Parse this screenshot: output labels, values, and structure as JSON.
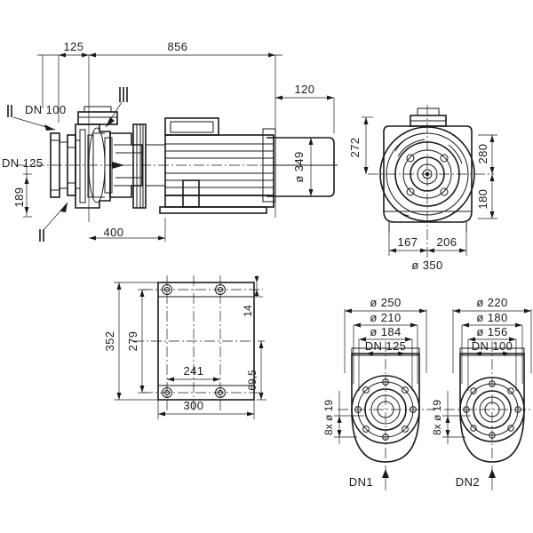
{
  "drawing": {
    "title": "Centrifugal pump dimensional drawing",
    "line_color": "#1a1a1a",
    "background": "#ffffff",
    "views": [
      {
        "name": "side-elevation",
        "position": "top-left"
      },
      {
        "name": "end-elevation",
        "position": "top-right"
      },
      {
        "name": "baseplate-plan",
        "position": "bottom-center-left"
      },
      {
        "name": "flange-dn1",
        "position": "bottom-right-left"
      },
      {
        "name": "flange-dn2",
        "position": "bottom-right-right"
      }
    ]
  },
  "side_view": {
    "dims": {
      "d125": "125",
      "d856": "856",
      "d400": "400",
      "d189": "189",
      "dn_suction": "DN 100",
      "dn_discharge": "DN 125"
    },
    "section_marks": {
      "top": "II",
      "bottom": "II",
      "mid": "III"
    }
  },
  "motor_view": {
    "dims": {
      "d120": "120",
      "d349": "ø 349"
    }
  },
  "end_view": {
    "dims": {
      "d272": "272",
      "d280": "280",
      "d180": "180",
      "d167": "167",
      "d206": "206",
      "d350": "ø 350"
    }
  },
  "plan_view": {
    "dims": {
      "d352": "352",
      "d279": "279",
      "d14": "14",
      "d241": "241",
      "d300": "300",
      "d695": "69,5"
    }
  },
  "flange_dn1": {
    "label": "DN1",
    "dims": {
      "outer": "ø 250",
      "bolt_circle": "ø 210",
      "inner": "ø 184",
      "nominal": "DN 125",
      "holes": "8x ø 19"
    }
  },
  "flange_dn2": {
    "label": "DN2",
    "dims": {
      "outer": "ø 220",
      "bolt_circle": "ø 180",
      "inner": "ø 156",
      "nominal": "DN 100",
      "holes": "8x ø 19"
    }
  }
}
